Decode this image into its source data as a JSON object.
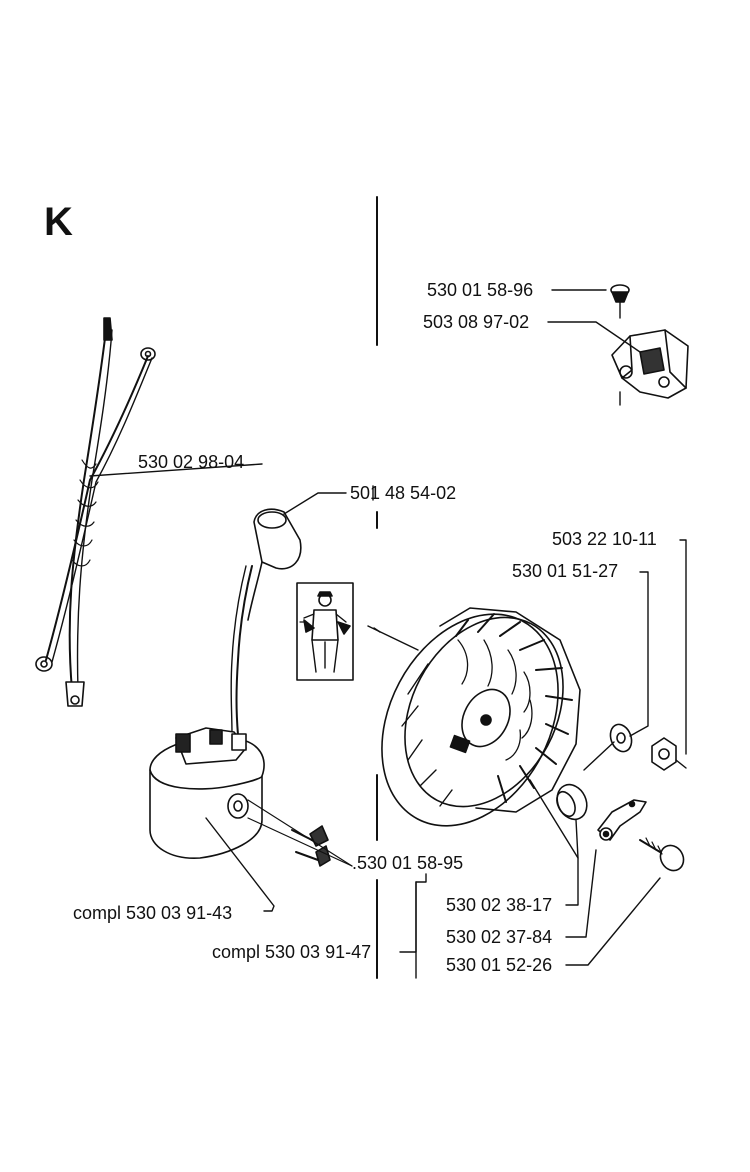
{
  "diagram": {
    "section_letter": "K",
    "parts": {
      "screw_top": "530 01 58-96",
      "bracket": "503 08 97-02",
      "wire_harness": "530 02 98-04",
      "spark_plug_cap": "501 48 54-02",
      "nut": "503 22 10-11",
      "washer": "530 01 51-27",
      "coil_screws": ".530 01 58-95",
      "coil_compl": "compl 530 03 91-43",
      "ignition_compl": "compl 530 03 91-47",
      "key": "530 02 38-17",
      "pawl": "530 02 37-84",
      "pawl_screw": "530 01 52-26"
    }
  }
}
